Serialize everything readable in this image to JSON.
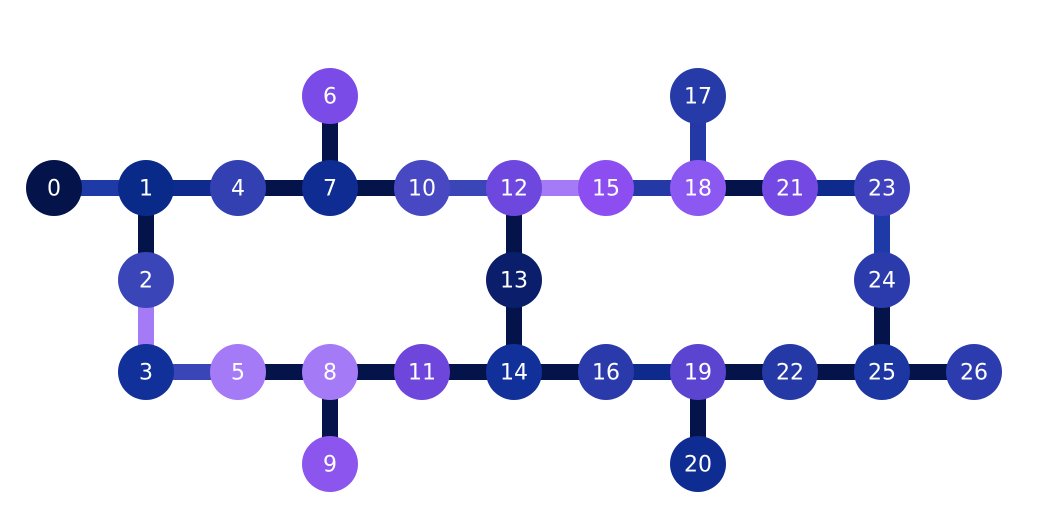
{
  "qubits": [
    {
      "id": "0",
      "color": "#04144a"
    },
    {
      "id": "1",
      "color": "#0a2a8a"
    },
    {
      "id": "2",
      "color": "#3a46b8"
    },
    {
      "id": "3",
      "color": "#12309a"
    },
    {
      "id": "4",
      "color": "#3340b2"
    },
    {
      "id": "5",
      "color": "#a47af6"
    },
    {
      "id": "6",
      "color": "#7b4be8"
    },
    {
      "id": "7",
      "color": "#0e2c92"
    },
    {
      "id": "8",
      "color": "#a47af6"
    },
    {
      "id": "9",
      "color": "#8c55ee"
    },
    {
      "id": "10",
      "color": "#4848c2"
    },
    {
      "id": "11",
      "color": "#6e46dc"
    },
    {
      "id": "12",
      "color": "#6e48de"
    },
    {
      "id": "13",
      "color": "#0a1e6c"
    },
    {
      "id": "14",
      "color": "#12309a"
    },
    {
      "id": "15",
      "color": "#8c4ef0"
    },
    {
      "id": "16",
      "color": "#2a3aaa"
    },
    {
      "id": "17",
      "color": "#263aa8"
    },
    {
      "id": "18",
      "color": "#8c58f2"
    },
    {
      "id": "19",
      "color": "#5a44d0"
    },
    {
      "id": "20",
      "color": "#0e2c92"
    },
    {
      "id": "21",
      "color": "#7448e2"
    },
    {
      "id": "22",
      "color": "#2438a6"
    },
    {
      "id": "23",
      "color": "#3f42bc"
    },
    {
      "id": "24",
      "color": "#2c3bac"
    },
    {
      "id": "25",
      "color": "#1c36a2"
    },
    {
      "id": "26",
      "color": "#2c3cae"
    }
  ],
  "couplers": [
    {
      "a": "0",
      "b": "1",
      "color": "#1e3aa6"
    },
    {
      "a": "1",
      "b": "4",
      "color": "#0e2a8c"
    },
    {
      "a": "4",
      "b": "7",
      "color": "#04144a"
    },
    {
      "a": "6",
      "b": "7",
      "color": "#04144a"
    },
    {
      "a": "7",
      "b": "10",
      "color": "#04144a"
    },
    {
      "a": "10",
      "b": "12",
      "color": "#3a46b8"
    },
    {
      "a": "12",
      "b": "15",
      "color": "#a47af6"
    },
    {
      "a": "15",
      "b": "18",
      "color": "#2438a6"
    },
    {
      "a": "17",
      "b": "18",
      "color": "#2438a6"
    },
    {
      "a": "18",
      "b": "21",
      "color": "#04144a"
    },
    {
      "a": "21",
      "b": "23",
      "color": "#0e2a8c"
    },
    {
      "a": "23",
      "b": "24",
      "color": "#1e3aa6"
    },
    {
      "a": "24",
      "b": "25",
      "color": "#04144a"
    },
    {
      "a": "25",
      "b": "26",
      "color": "#04144a"
    },
    {
      "a": "1",
      "b": "2",
      "color": "#04144a"
    },
    {
      "a": "2",
      "b": "3",
      "color": "#a47af6"
    },
    {
      "a": "3",
      "b": "5",
      "color": "#3a46b8"
    },
    {
      "a": "5",
      "b": "8",
      "color": "#04144a"
    },
    {
      "a": "8",
      "b": "9",
      "color": "#04144a"
    },
    {
      "a": "8",
      "b": "11",
      "color": "#04144a"
    },
    {
      "a": "11",
      "b": "14",
      "color": "#04144a"
    },
    {
      "a": "12",
      "b": "13",
      "color": "#04144a"
    },
    {
      "a": "13",
      "b": "14",
      "color": "#04144a"
    },
    {
      "a": "14",
      "b": "16",
      "color": "#04144a"
    },
    {
      "a": "16",
      "b": "19",
      "color": "#0e2a8c"
    },
    {
      "a": "19",
      "b": "20",
      "color": "#04144a"
    },
    {
      "a": "19",
      "b": "22",
      "color": "#04144a"
    },
    {
      "a": "22",
      "b": "25",
      "color": "#04144a"
    }
  ]
}
